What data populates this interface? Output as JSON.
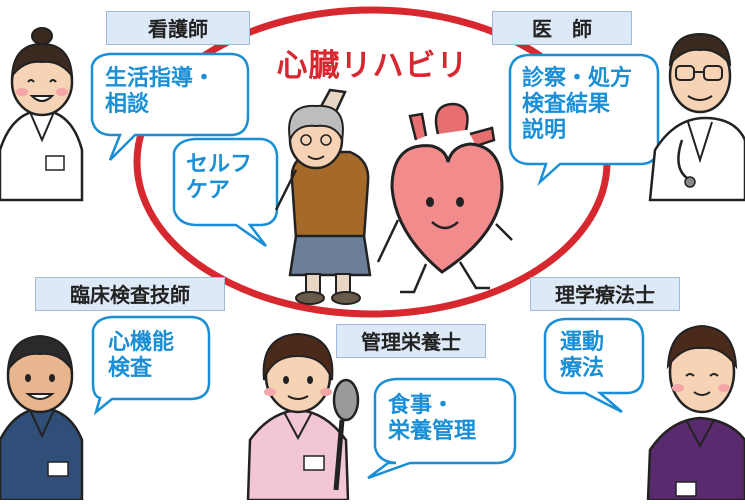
{
  "title": "心臓リハビリ",
  "colors": {
    "ring": "#d7282f",
    "bubble_text": "#1a8fd6",
    "label_bg": "#dde9f7",
    "heart": "#f28b8b",
    "nurse_uniform": "#ffffff",
    "tech_uniform": "#2f4e78",
    "dietitian_uniform": "#f2c6d4",
    "therapist_uniform": "#5a2a6e"
  },
  "roles": {
    "nurse": {
      "label": "看護師",
      "speech": "生活指導・\n相談",
      "icon": "nurse-figure"
    },
    "doctor": {
      "label": "医　師",
      "speech": "診察・処方\n検査結果\n説明",
      "icon": "doctor-figure"
    },
    "lab_tech": {
      "label": "臨床検査技師",
      "speech": "心機能\n検査",
      "icon": "lab-technician-figure"
    },
    "therapist": {
      "label": "理学療法士",
      "speech": "運動\n療法",
      "icon": "physical-therapist-figure"
    },
    "dietitian": {
      "label": "管理栄養士",
      "speech": "食事・\n栄養管理",
      "icon": "dietitian-figure"
    }
  },
  "patient": {
    "speech": "セルフ\nケア",
    "icon": "elderly-patient-figure"
  },
  "mascot": {
    "icon": "heart-mascot-figure"
  }
}
